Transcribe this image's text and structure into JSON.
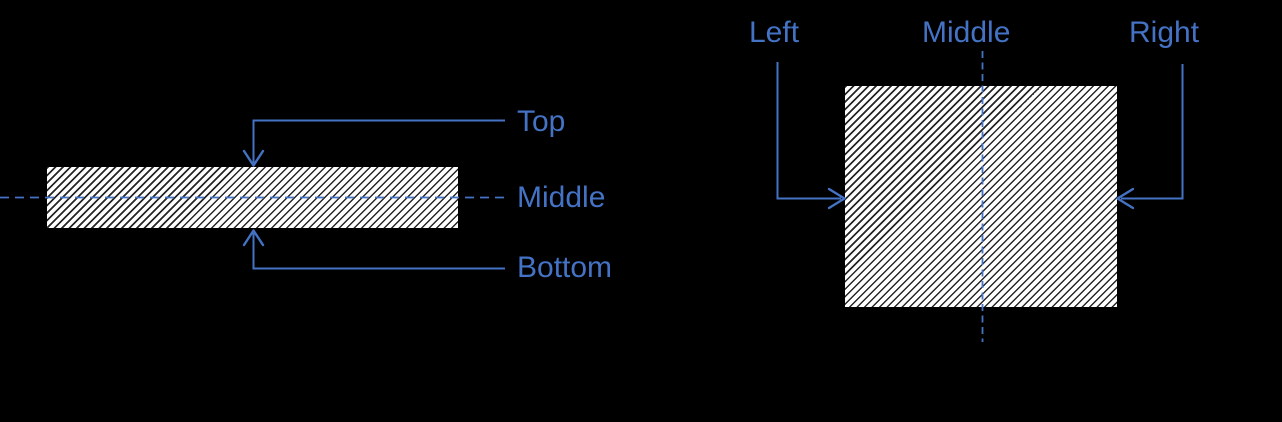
{
  "colors": {
    "background": "#000000",
    "accent": "#4472C4",
    "shape_fill": "#ffffff",
    "hatch_line": "#262626"
  },
  "vertical_alignment_figure": {
    "labels": {
      "top": "Top",
      "middle": "Middle",
      "bottom": "Bottom"
    }
  },
  "horizontal_alignment_figure": {
    "labels": {
      "left": "Left",
      "middle": "Middle",
      "right": "Right"
    }
  }
}
